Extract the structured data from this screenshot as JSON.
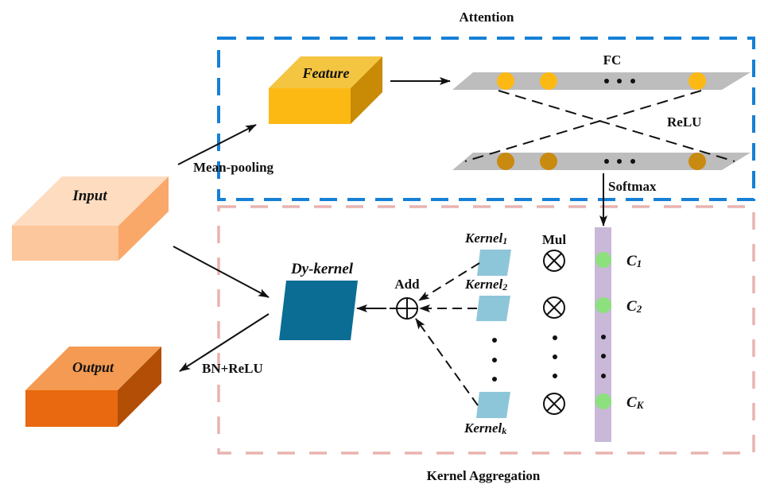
{
  "title": "Dynamic convolution kernel aggregation diagram",
  "sections": {
    "attention": {
      "label": "Attention",
      "border_color": "#1680d6"
    },
    "kernel_aggregation": {
      "label": "Kernel Aggregation",
      "border_color": "#e8b4b0"
    }
  },
  "blocks": {
    "input": {
      "label": "Input",
      "colors": {
        "top": "#fddcc0",
        "front": "#fcc79c",
        "side": "#f9a86a"
      }
    },
    "feature": {
      "label": "Feature",
      "colors": {
        "top": "#f4c541",
        "front": "#fdb913",
        "side": "#c98a05"
      }
    },
    "output": {
      "label": "Output",
      "colors": {
        "top": "#f49a52",
        "front": "#e8690f",
        "side": "#b24e05"
      }
    },
    "dy_kernel": {
      "label": "Dy-kernel",
      "color": "#0b6d93"
    }
  },
  "edges": {
    "mean_pooling": "Mean-pooling",
    "bn_relu": "BN+ReLU",
    "softmax": "Softmax"
  },
  "attention_layers": {
    "fc_label": "FC",
    "relu_label": "ReLU",
    "ellipsis": "• • •",
    "layer_color": "#bdbdbd",
    "top_node_color": "#fdb913",
    "bottom_node_color": "#c98a10"
  },
  "aggregation": {
    "add_label": "Add",
    "mul_label": "Mul",
    "kernel_color": "#8ec6d9",
    "coef_bar_color": "#c9b8d8",
    "coef_node_color": "#8de07e",
    "kernels": [
      {
        "base": "Kernel",
        "sub": "1"
      },
      {
        "base": "Kernel",
        "sub": "2"
      },
      {
        "base": "Kernel",
        "sub": "k"
      }
    ],
    "coefficients": [
      {
        "base": "C",
        "sub": "1"
      },
      {
        "base": "C",
        "sub": "2"
      },
      {
        "base": "C",
        "sub": "K"
      }
    ]
  }
}
